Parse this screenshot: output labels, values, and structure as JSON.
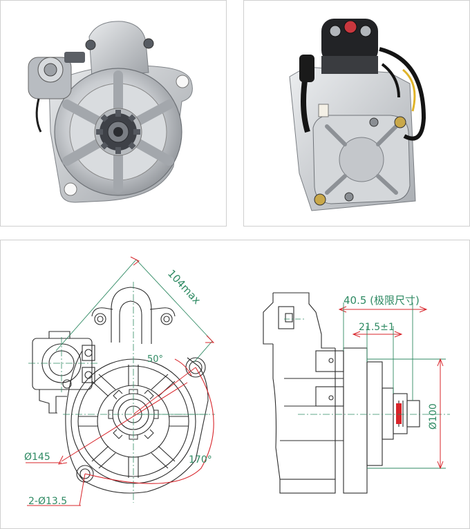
{
  "photos": {
    "front_view": "starter-motor-front",
    "rear_view": "starter-motor-rear"
  },
  "drawing": {
    "dim_104max": "104max",
    "dim_50": "50°",
    "dim_d145": "Ø145",
    "dim_170": "170°",
    "dim_2d135": "2-Ø13.5",
    "dim_405": "40.5 (极限尺寸)",
    "dim_215": "21.5±1",
    "dim_d100": "Ø100"
  },
  "colors": {
    "dimension": "#2f8a63",
    "leader": "#d8242a",
    "outline": "#2b2b2b",
    "centerline": "#2f8a63"
  }
}
